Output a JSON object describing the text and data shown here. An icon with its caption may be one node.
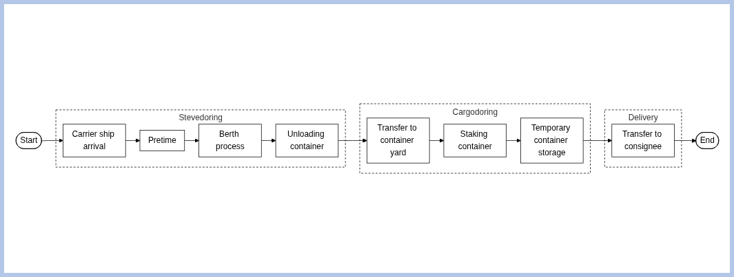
{
  "diagram": {
    "nodes": [
      {
        "text": [
          "Start"
        ]
      },
      {
        "text": [
          "Stevedoring"
        ]
      },
      {
        "text": [
          "Carrier ship arrival"
        ],
        "in": 1
      },
      {
        "text": [
          "Pretime"
        ],
        "in": 1
      },
      {
        "text": [
          "Berth process"
        ],
        "in": 1
      },
      {
        "text": [
          "Unloading container"
        ],
        "in": 1
      },
      {
        "text": [
          "Cargodoring"
        ]
      },
      {
        "text": [
          "Transfer to container yard"
        ],
        "in": 6
      },
      {
        "text": [
          "Staking container"
        ],
        "in": 6
      },
      {
        "text": [
          "Temporary container storage"
        ],
        "in": 6
      },
      {
        "text": [
          "Delivery"
        ]
      },
      {
        "text": [
          "Transfer to consignee"
        ],
        "in": 10
      },
      {
        "text": [
          "End"
        ]
      }
    ],
    "edges": [
      {
        "from": 0,
        "to": 2,
        "arrow": "to"
      },
      {
        "from": 2,
        "to": 3,
        "arrow": "to"
      },
      {
        "from": 3,
        "to": 4,
        "arrow": "to"
      },
      {
        "from": 4,
        "to": 5,
        "arrow": "to"
      },
      {
        "from": 5,
        "to": 7,
        "arrow": "to"
      },
      {
        "from": 7,
        "to": 8,
        "arrow": "to"
      },
      {
        "from": 8,
        "to": 9,
        "arrow": "to"
      },
      {
        "from": 9,
        "to": 11,
        "arrow": "to"
      },
      {
        "from": 11,
        "to": 12,
        "arrow": "to"
      }
    ]
  }
}
